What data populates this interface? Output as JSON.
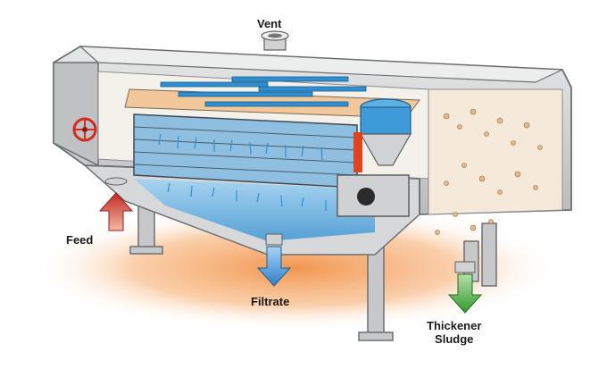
{
  "labels": {
    "vent": "Vent",
    "feed": "Feed",
    "filtrate": "Filtrate",
    "sludge_line1": "Thickener",
    "sludge_line2": "Sludge"
  },
  "colors": {
    "housing": "#d9dadb",
    "housing_dark": "#a7a9ab",
    "water": "#4aa3df",
    "floor_glow": "#f08a3c",
    "feed_arrow": "#d9342b",
    "filtrate_arrow": "#3b8fd9",
    "sludge_arrow": "#3fa83a",
    "spray_bars": "#2f8fd0",
    "sludge": "#e8c8a0"
  },
  "icons": [
    "vent-pipe-icon",
    "handwheel-icon",
    "drive-motor-icon",
    "feed-arrow-icon",
    "filtrate-arrow-icon",
    "sludge-arrow-icon"
  ]
}
